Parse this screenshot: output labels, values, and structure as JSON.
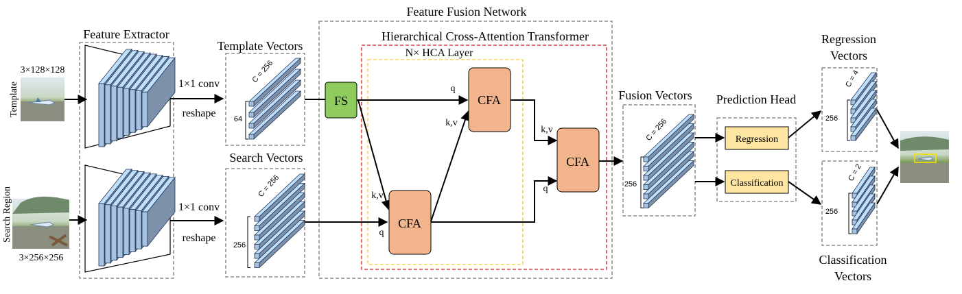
{
  "titles": {
    "feature_extractor": "Feature Extractor",
    "template_vectors": "Template Vectors",
    "search_vectors": "Search Vectors",
    "feature_fusion_network": "Feature Fusion Network",
    "hcat": "Hierarchical Cross-Attention Transformer",
    "hca_layer": "N× HCA Layer",
    "fusion_vectors": "Fusion Vectors",
    "prediction_head": "Prediction Head",
    "regression_vectors_1": "Regression",
    "regression_vectors_2": "Vectors",
    "classification_vectors_1": "Classification",
    "classification_vectors_2": "Vectors"
  },
  "inputs": {
    "template_size": "3×128×128",
    "template_label": "Template",
    "search_size": "3×256×256",
    "search_label": "Search Region"
  },
  "ops": {
    "conv": "1×1 conv",
    "reshape": "reshape"
  },
  "vectors": {
    "template_c": "C = 256",
    "template_n": "64",
    "search_c": "C = 256",
    "search_n": "256",
    "fusion_c": "C = 256",
    "fusion_n": "256",
    "regression_c": "C = 4",
    "regression_n": "256",
    "classification_c": "C = 2",
    "classification_n": "256"
  },
  "modules": {
    "fs": "FS",
    "cfa": "CFA",
    "regression": "Regression",
    "classification": "Classification"
  },
  "edge_labels": {
    "q": "q",
    "kv": "k,v"
  },
  "colors": {
    "cfa_fill": "#f2b48d",
    "fs_fill": "#8fcc5d",
    "head_fill": "#fde5a2",
    "vector_fill": "#a7c2e3",
    "red_dash": "#e03c3c",
    "yellow_dash": "#f4d35e",
    "gray_dash": "#777777"
  }
}
